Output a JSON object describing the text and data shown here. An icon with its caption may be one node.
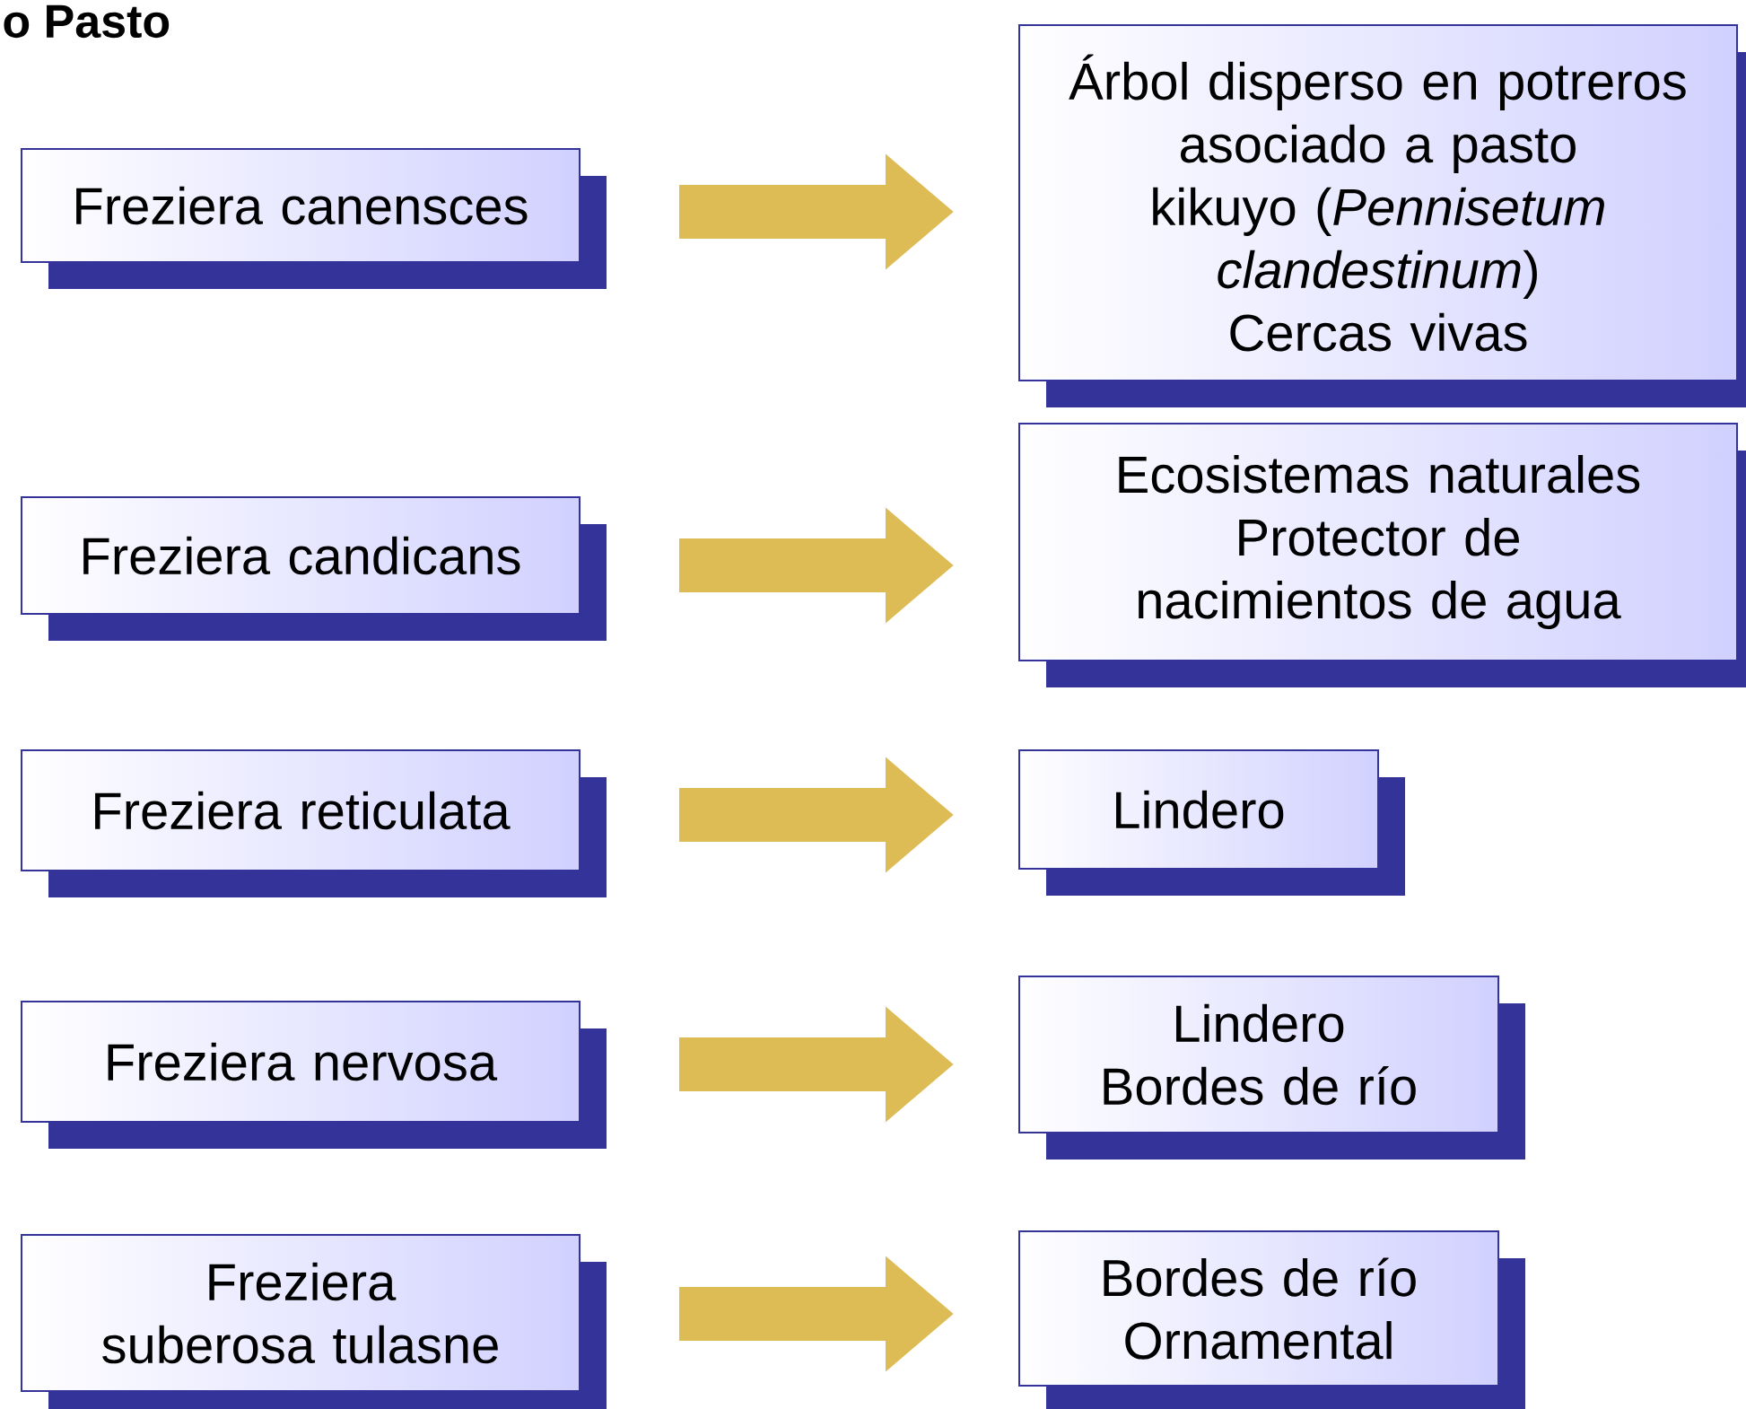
{
  "diagram": {
    "title": "o Pasto",
    "nodes": [
      {
        "text": [
          "Freziera canensces"
        ]
      },
      {
        "text": [
          "Árbol disperso en potreros asociado a pasto kikuyo (*Pennisetum clandestinum*)",
          "Cercas vivas"
        ]
      },
      {
        "text": [
          "Freziera candicans"
        ]
      },
      {
        "text": [
          "Ecosistemas naturales",
          "Protector de nacimientos de agua"
        ]
      },
      {
        "text": [
          "Freziera reticulata"
        ]
      },
      {
        "text": [
          "Lindero"
        ]
      },
      {
        "text": [
          "Freziera nervosa"
        ]
      },
      {
        "text": [
          "Lindero",
          "Bordes de río"
        ]
      },
      {
        "text": [
          "Freziera suberosa tulasne"
        ]
      },
      {
        "text": [
          "Bordes de río",
          "Ornamental"
        ]
      }
    ],
    "edges": [
      {
        "from": 0,
        "to": 1,
        "arrow": "to"
      },
      {
        "from": 2,
        "to": 3,
        "arrow": "to"
      },
      {
        "from": 4,
        "to": 5,
        "arrow": "to"
      },
      {
        "from": 6,
        "to": 7,
        "arrow": "to"
      },
      {
        "from": 8,
        "to": 9,
        "arrow": "to"
      }
    ]
  }
}
